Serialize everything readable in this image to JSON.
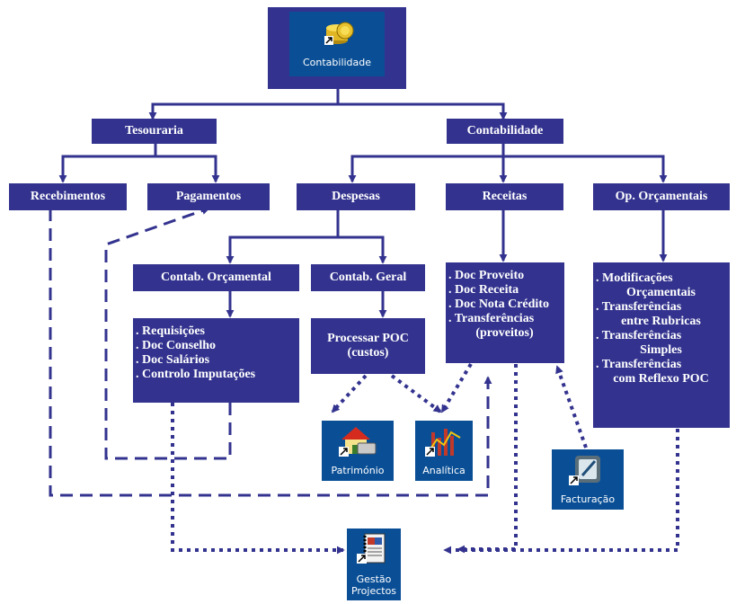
{
  "root": {
    "label": "Contabilidade"
  },
  "level1": {
    "tesouraria": "Tesouraria",
    "contabilidade": "Contabilidade"
  },
  "level2": {
    "recebimentos": "Recebimentos",
    "pagamentos": "Pagamentos",
    "despesas": "Despesas",
    "receitas": "Receitas",
    "op_orcamentais": "Op. Orçamentais"
  },
  "level3": {
    "contab_orcamental": "Contab. Orçamental",
    "contab_geral": "Contab. Geral"
  },
  "orcamental_items": [
    ". Requisições",
    ". Doc Conselho",
    ". Doc Salários",
    ". Controlo Imputações"
  ],
  "poc": {
    "line1": "Processar POC",
    "line2": "(custos)"
  },
  "receitas_items": [
    ". Doc Proveito",
    ". Doc Receita",
    ". Doc Nota Crédito",
    ". Transferências",
    "(proveitos)"
  ],
  "op_items": [
    ". Modificações",
    "Orçamentais",
    ". Transferências",
    "entre Rubricas",
    ". Transferências",
    "Simples",
    ". Transferências",
    "com Reflexo POC"
  ],
  "apps": {
    "patrimonio": "Património",
    "analitica": "Analítica",
    "facturacao": "Facturação",
    "gestao_line1": "Gestão",
    "gestao_line2": "Projectos"
  },
  "colors": {
    "box": "#33338f",
    "icon_tile": "#0a4f96",
    "line": "#33338f"
  },
  "icons": [
    "coins-icon",
    "house-icon",
    "analytics-chart-icon",
    "invoice-pen-icon",
    "notebook-icon",
    "shortcut-arrow-icon"
  ]
}
